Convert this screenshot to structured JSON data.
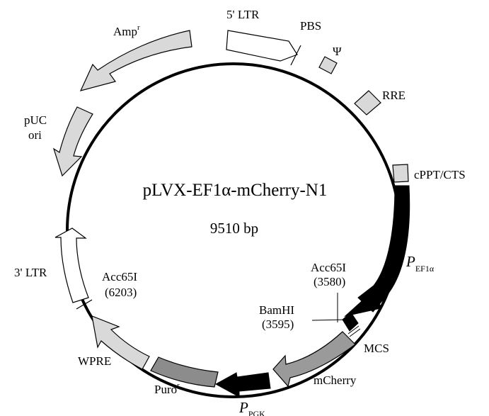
{
  "plasmid": {
    "name": "pLVX-EF1α-mCherry-N1",
    "size": "9510 bp"
  },
  "features": [
    {
      "id": "five-ltr",
      "label": "5' LTR",
      "shape": "arrow",
      "color": "#ffffff"
    },
    {
      "id": "psi",
      "label": "Ψ",
      "shape": "box",
      "color": "#d9d9d9"
    },
    {
      "id": "rre",
      "label": "RRE",
      "shape": "box",
      "color": "#d9d9d9"
    },
    {
      "id": "cppt",
      "label": "cPPT/CTS",
      "shape": "box",
      "color": "#d9d9d9"
    },
    {
      "id": "pef1a",
      "label": "P",
      "sub": "EF1α",
      "shape": "arrow",
      "color": "#000000"
    },
    {
      "id": "mcs",
      "label": "MCS",
      "shape": "box",
      "color": "#000000"
    },
    {
      "id": "mcherry",
      "label": "mCherry",
      "shape": "arrow",
      "color": "#9a9a9a"
    },
    {
      "id": "ppgk",
      "label": "P",
      "sub": "PGK",
      "shape": "arrow",
      "color": "#000000"
    },
    {
      "id": "puro",
      "label": "Puro",
      "sup": "r",
      "shape": "box",
      "color": "#8c8c8c"
    },
    {
      "id": "wpre",
      "label": "WPRE",
      "shape": "arrow",
      "color": "#d9d9d9"
    },
    {
      "id": "three-ltr",
      "label": "3' LTR",
      "shape": "arrow",
      "color": "#ffffff"
    },
    {
      "id": "puc-ori",
      "label": "pUC",
      "label2": "ori",
      "shape": "arrow",
      "color": "#d9d9d9"
    },
    {
      "id": "amp",
      "label": "Amp",
      "sup": "r",
      "shape": "arrow",
      "color": "#d9d9d9"
    }
  ],
  "sites": [
    {
      "id": "pbs",
      "label": "PBS"
    },
    {
      "id": "acc65i-3580",
      "name": "Acc65I",
      "pos": "(3580)"
    },
    {
      "id": "bamhi-3595",
      "name": "BamHI",
      "pos": "(3595)"
    },
    {
      "id": "acc65i-6203",
      "name": "Acc65I",
      "pos": "(6203)"
    }
  ],
  "colors": {
    "backbone": "#000000",
    "light_fill": "#d9d9d9",
    "mid_fill": "#9a9a9a",
    "dark_fill": "#8c8c8c"
  }
}
